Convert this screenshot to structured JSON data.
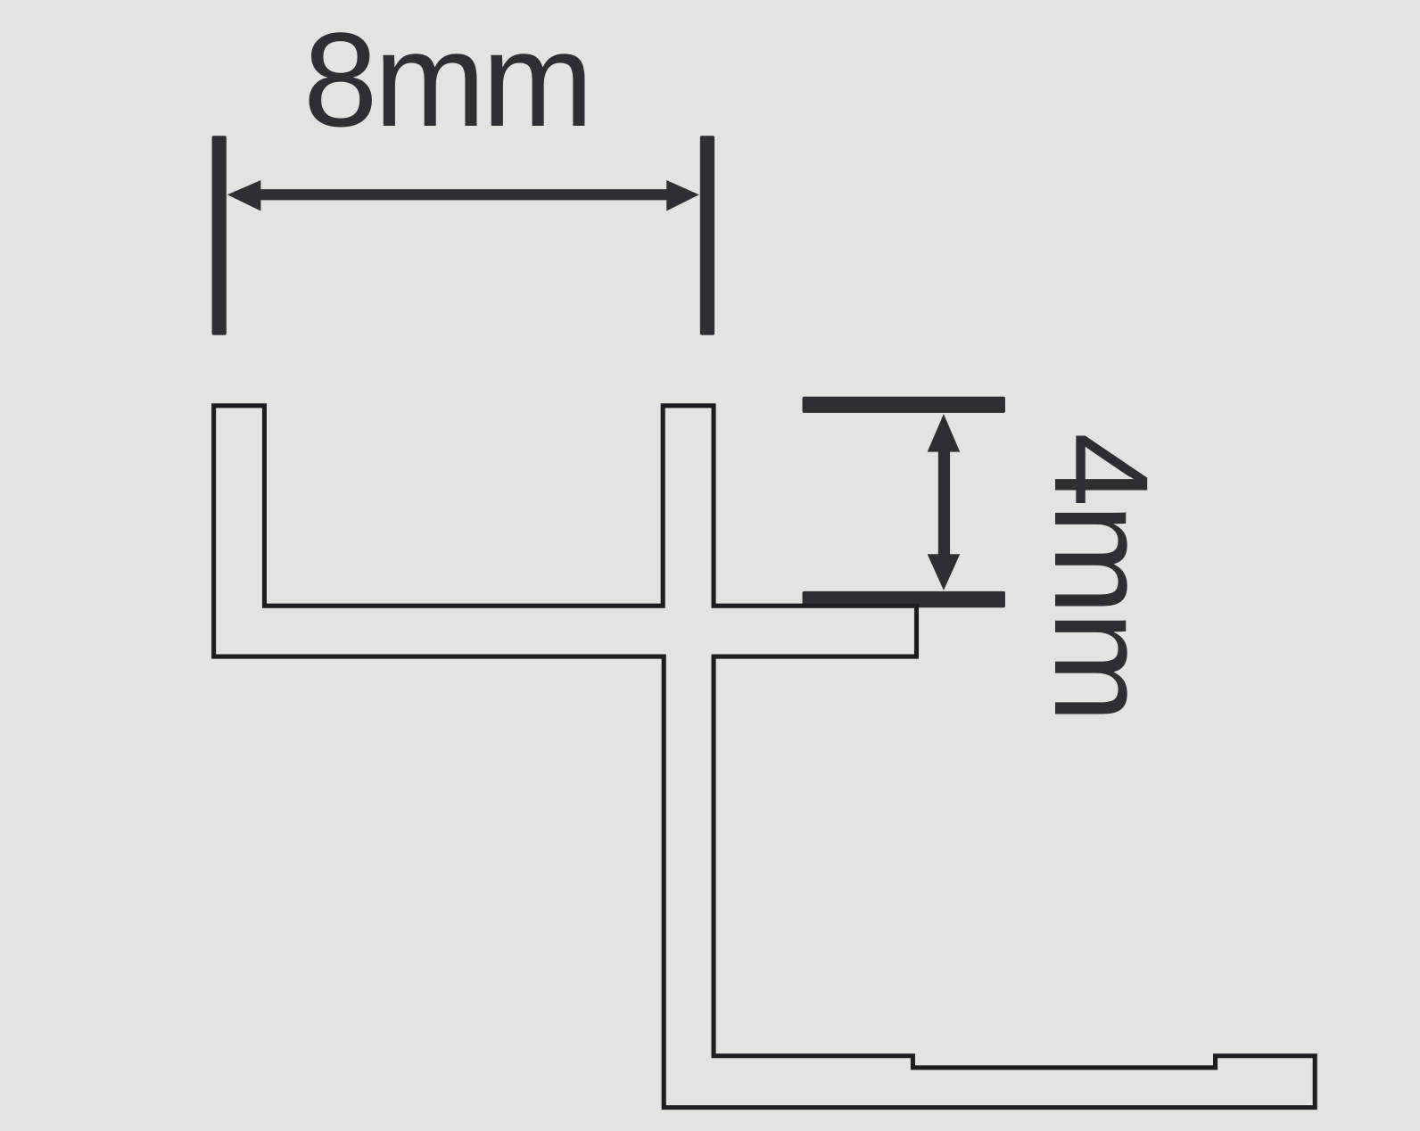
{
  "diagram": {
    "type": "technical-profile-cross-section",
    "colors": {
      "background": "#e3e3e2",
      "outline": "#1d1d1f",
      "dimension": "#2f2f31"
    },
    "dimensions": {
      "width": {
        "label": "8mm",
        "orientation": "horizontal"
      },
      "height": {
        "label": "4mm",
        "orientation": "vertical"
      }
    }
  }
}
